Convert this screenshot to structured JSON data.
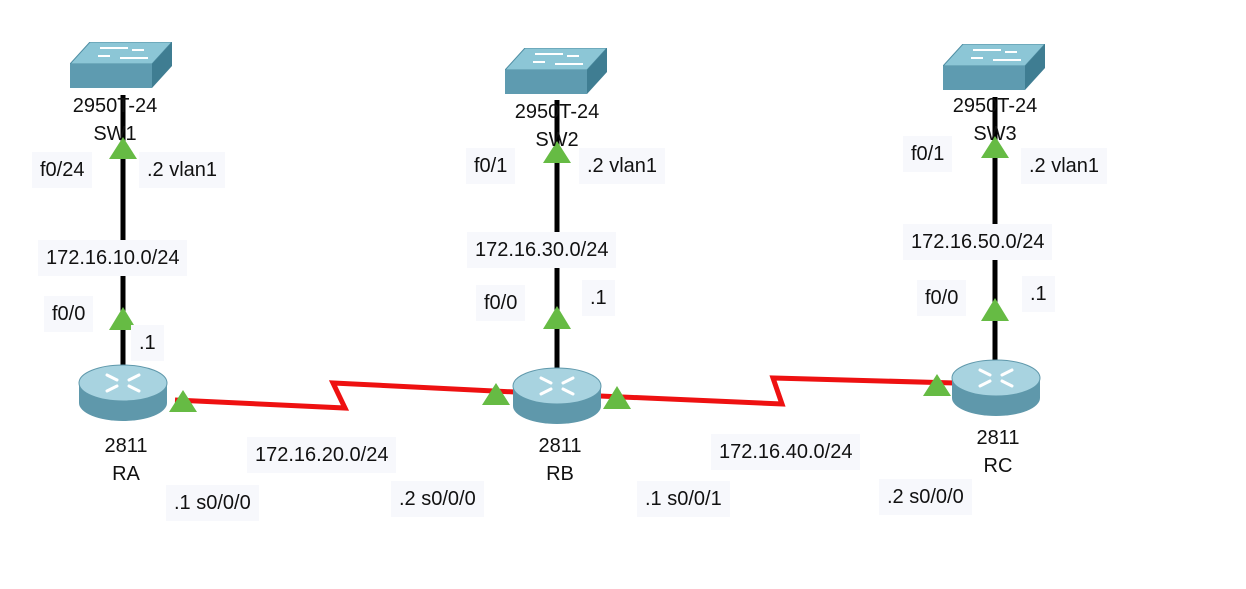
{
  "colors": {
    "ethernet_link": "#000000",
    "serial_link": "#ee1111",
    "link_up_indicator": "#66bb44",
    "switch_body": "#5e9bb0",
    "router_body": "#7fb2c4",
    "label_background": "#f7f8fc"
  },
  "devices": {
    "sw1": {
      "model": "2950T-24",
      "name": "SW1",
      "icon": "switch-icon"
    },
    "sw2": {
      "model": "2950T-24",
      "name": "SW2",
      "icon": "switch-icon"
    },
    "sw3": {
      "model": "2950T-24",
      "name": "SW3",
      "icon": "switch-icon"
    },
    "ra": {
      "model": "2811",
      "name": "RA",
      "icon": "router-icon"
    },
    "rb": {
      "model": "2811",
      "name": "RB",
      "icon": "router-icon"
    },
    "rc": {
      "model": "2811",
      "name": "RC",
      "icon": "router-icon"
    }
  },
  "labels": {
    "sw1_port": "f0/24",
    "sw1_vlan": ".2  vlan1",
    "net_ra_sw1": "172.16.10.0/24",
    "ra_lan_port": "f0/0",
    "ra_lan_ip": ".1",
    "sw2_port": "f0/1",
    "sw2_vlan": ".2  vlan1",
    "net_rb_sw2": "172.16.30.0/24",
    "rb_lan_port": "f0/0",
    "rb_lan_ip": ".1",
    "sw3_port": "f0/1",
    "sw3_vlan": ".2  vlan1",
    "net_rc_sw3": "172.16.50.0/24",
    "rc_lan_port": "f0/0",
    "rc_lan_ip": ".1",
    "net_ra_rb": "172.16.20.0/24",
    "ra_serial": ".1 s0/0/0",
    "rb_serial0": ".2 s0/0/0",
    "net_rb_rc": "172.16.40.0/24",
    "rb_serial1": ".1 s0/0/1",
    "rc_serial": ".2 s0/0/0"
  }
}
